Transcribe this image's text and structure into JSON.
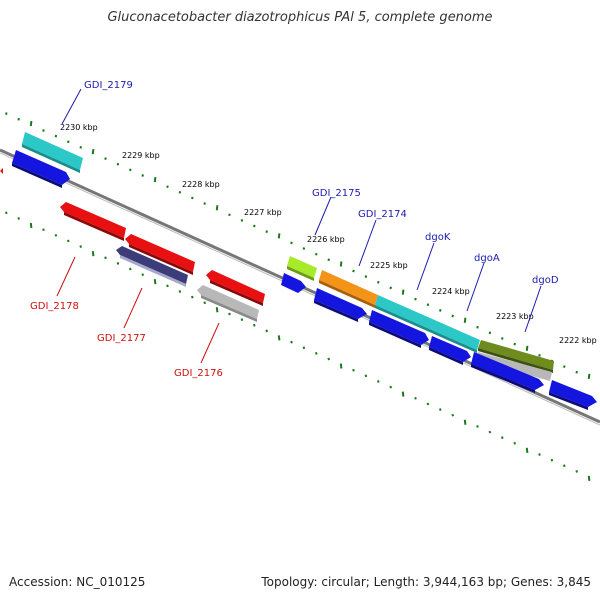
{
  "title": "Gluconacetobacter diazotrophicus PAl 5, complete genome",
  "footer": {
    "accession": "Accession: NC_010125",
    "summary": "Topology: circular; Length: 3,944,163 bp; Genes: 3,845"
  },
  "ruler_ticks": [
    "2230 kbp",
    "2229 kbp",
    "2228 kbp",
    "2227 kbp",
    "2226 kbp",
    "2225 kbp",
    "2224 kbp",
    "2223 kbp",
    "2222 kbp"
  ],
  "gene_labels_top": [
    "GDI_2179",
    "GDI_2175",
    "GDI_2174",
    "dgoK",
    "dgoA",
    "dgoD"
  ],
  "gene_labels_bottom": [
    "GDI_2178",
    "GDI_2177",
    "GDI_2176"
  ],
  "colors": {
    "cyan": "#2cc7c7",
    "blue": "#1515e0",
    "red": "#e81010",
    "gray": "#b8b8b8",
    "navy": "#3c3c7a",
    "lime": "#a6ea2a",
    "orange": "#f39418",
    "olive": "#6e8c1e",
    "backbone": "#777777",
    "tick_green": "#1a7a1a",
    "top_label": "#1b1bb0",
    "bottom_label": "#cc1010"
  }
}
